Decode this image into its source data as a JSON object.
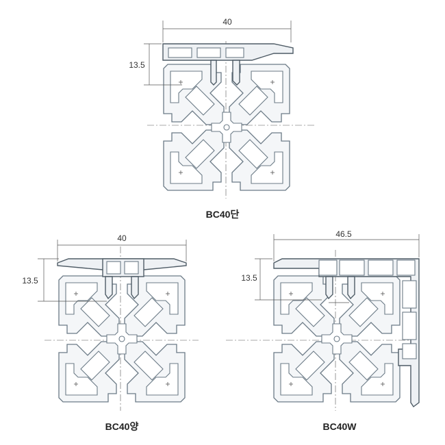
{
  "profiles": [
    {
      "caption": "BC40단",
      "width_dim": "40",
      "height_dim": "13.5"
    },
    {
      "caption": "BC40양",
      "width_dim": "40",
      "height_dim": "13.5"
    },
    {
      "caption": "BC40W",
      "width_dim": "46.5",
      "height_dim": "13.5"
    }
  ],
  "colors": {
    "line": "#6b7a86",
    "cover": "#4f5c66",
    "fill": "#f4f6f8"
  }
}
